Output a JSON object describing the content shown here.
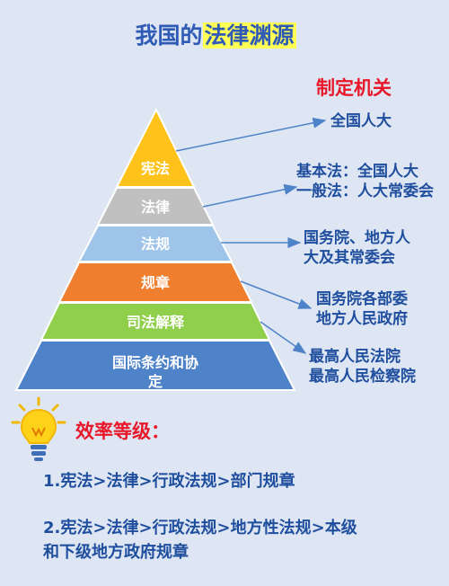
{
  "title": {
    "prefix": "我国的",
    "highlight": "法律渊源"
  },
  "issuer_heading": "制定机关",
  "layers": [
    {
      "label": "宪法",
      "color": "#ffc21a"
    },
    {
      "label": "法律",
      "color": "#c0c0c0"
    },
    {
      "label": "法规",
      "color": "#9fc4ea"
    },
    {
      "label": "规章",
      "color": "#ef7f2f"
    },
    {
      "label": "司法解释",
      "color": "#8fcf4b"
    },
    {
      "label_line1": "国际条约和协",
      "label_line2": "定",
      "color": "#4f83c9"
    }
  ],
  "issuers": [
    {
      "lines": [
        "全国人大"
      ]
    },
    {
      "lines": [
        "基本法：全国人大",
        "一般法：人大常委会"
      ]
    },
    {
      "lines": [
        "国务院、地方人",
        "大及其常委会"
      ]
    },
    {
      "lines": [
        "国务院各部委",
        "地方人民政府"
      ]
    },
    {
      "lines": [
        "最高人民法院",
        "最高人民检察院"
      ]
    }
  ],
  "efficiency_heading": "效率等级：",
  "orders": [
    {
      "lines": [
        "1.宪法>法律>行政法规>部门规章"
      ]
    },
    {
      "lines": [
        "2.宪法>法律>行政法规>地方性法规>本级",
        "和下级地方政府规章"
      ]
    }
  ],
  "colors": {
    "arrow": "#4f83c9",
    "accent": "#e8182a",
    "text": "#1f4e9e"
  }
}
